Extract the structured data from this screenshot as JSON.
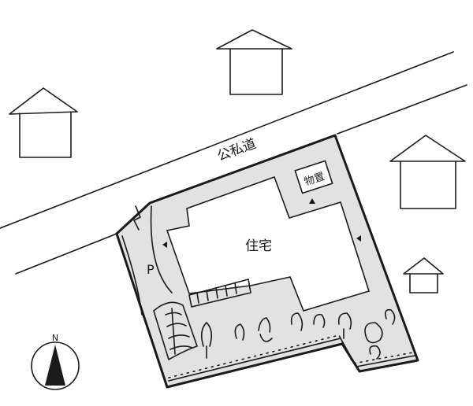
{
  "labels": {
    "road": "公私道",
    "storage": "物置",
    "house": "住宅",
    "parking": "P",
    "north": "N"
  },
  "colors": {
    "lot_fill": "#e2e2e2",
    "ink": "#1a1a1a",
    "background": "#ffffff"
  }
}
